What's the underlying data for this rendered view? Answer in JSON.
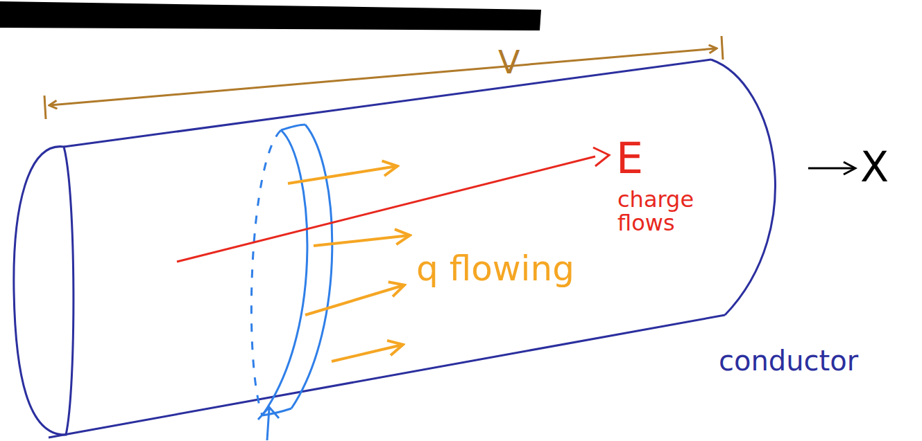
{
  "diagram": {
    "labels": [
      "V",
      "E",
      "X",
      "q flowing",
      "charge flows",
      "conductor"
    ]
  }
}
